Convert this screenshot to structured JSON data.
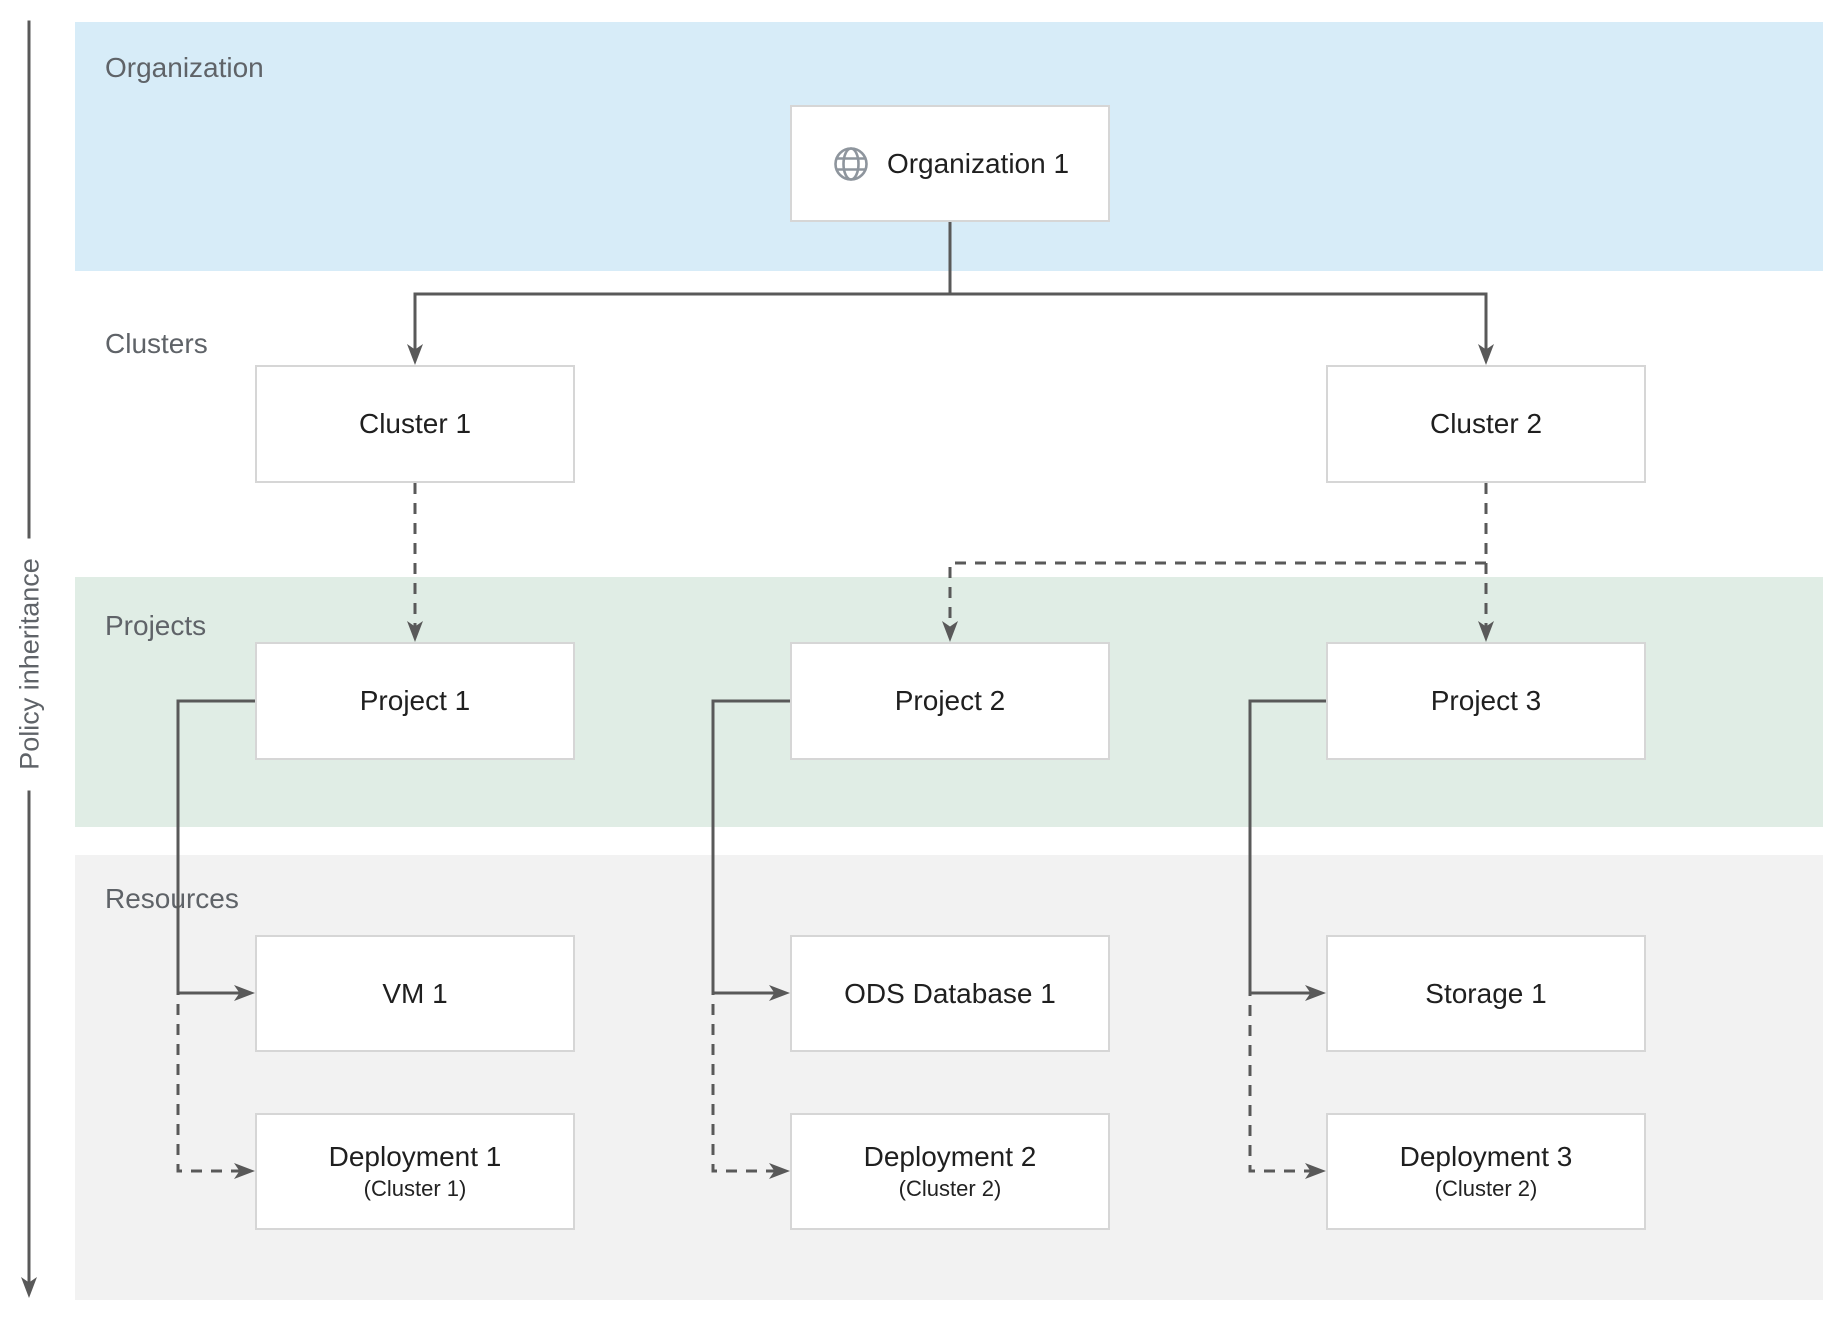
{
  "diagram": {
    "policy_axis_label": "Policy inheritance",
    "bands": {
      "organization": {
        "label": "Organization",
        "color": "#d7ecf8"
      },
      "clusters": {
        "label": "Clusters",
        "color": "#ffffff"
      },
      "projects": {
        "label": "Projects",
        "color": "#e0ede5"
      },
      "resources": {
        "label": "Resources",
        "color": "#f2f2f2"
      }
    },
    "nodes": {
      "organization1": {
        "label": "Organization 1",
        "icon": "globe-icon"
      },
      "cluster1": {
        "label": "Cluster 1"
      },
      "cluster2": {
        "label": "Cluster 2"
      },
      "project1": {
        "label": "Project 1"
      },
      "project2": {
        "label": "Project 2"
      },
      "project3": {
        "label": "Project 3"
      },
      "vm1": {
        "label": "VM 1"
      },
      "ods_database1": {
        "label": "ODS Database 1"
      },
      "storage1": {
        "label": "Storage 1"
      },
      "deployment1": {
        "label": "Deployment 1",
        "sublabel": "(Cluster 1)"
      },
      "deployment2": {
        "label": "Deployment 2",
        "sublabel": "(Cluster 2)"
      },
      "deployment3": {
        "label": "Deployment 3",
        "sublabel": "(Cluster 2)"
      }
    },
    "edges": [
      {
        "from": "organization1",
        "to": "cluster1",
        "style": "solid"
      },
      {
        "from": "organization1",
        "to": "cluster2",
        "style": "solid"
      },
      {
        "from": "cluster1",
        "to": "project1",
        "style": "dashed"
      },
      {
        "from": "cluster2",
        "to": "project2",
        "style": "dashed"
      },
      {
        "from": "cluster2",
        "to": "project3",
        "style": "dashed"
      },
      {
        "from": "project1",
        "to": "vm1",
        "style": "solid"
      },
      {
        "from": "project1",
        "to": "deployment1",
        "style": "dashed"
      },
      {
        "from": "project2",
        "to": "ods_database1",
        "style": "solid"
      },
      {
        "from": "project2",
        "to": "deployment2",
        "style": "dashed"
      },
      {
        "from": "project3",
        "to": "storage1",
        "style": "solid"
      },
      {
        "from": "project3",
        "to": "deployment3",
        "style": "dashed"
      }
    ],
    "colors": {
      "connector": "#595959",
      "box_border": "#d6d6d6",
      "box_text": "#1f1f1f",
      "band_label_text": "#5f6368",
      "globe_icon": "#8e959d"
    }
  }
}
